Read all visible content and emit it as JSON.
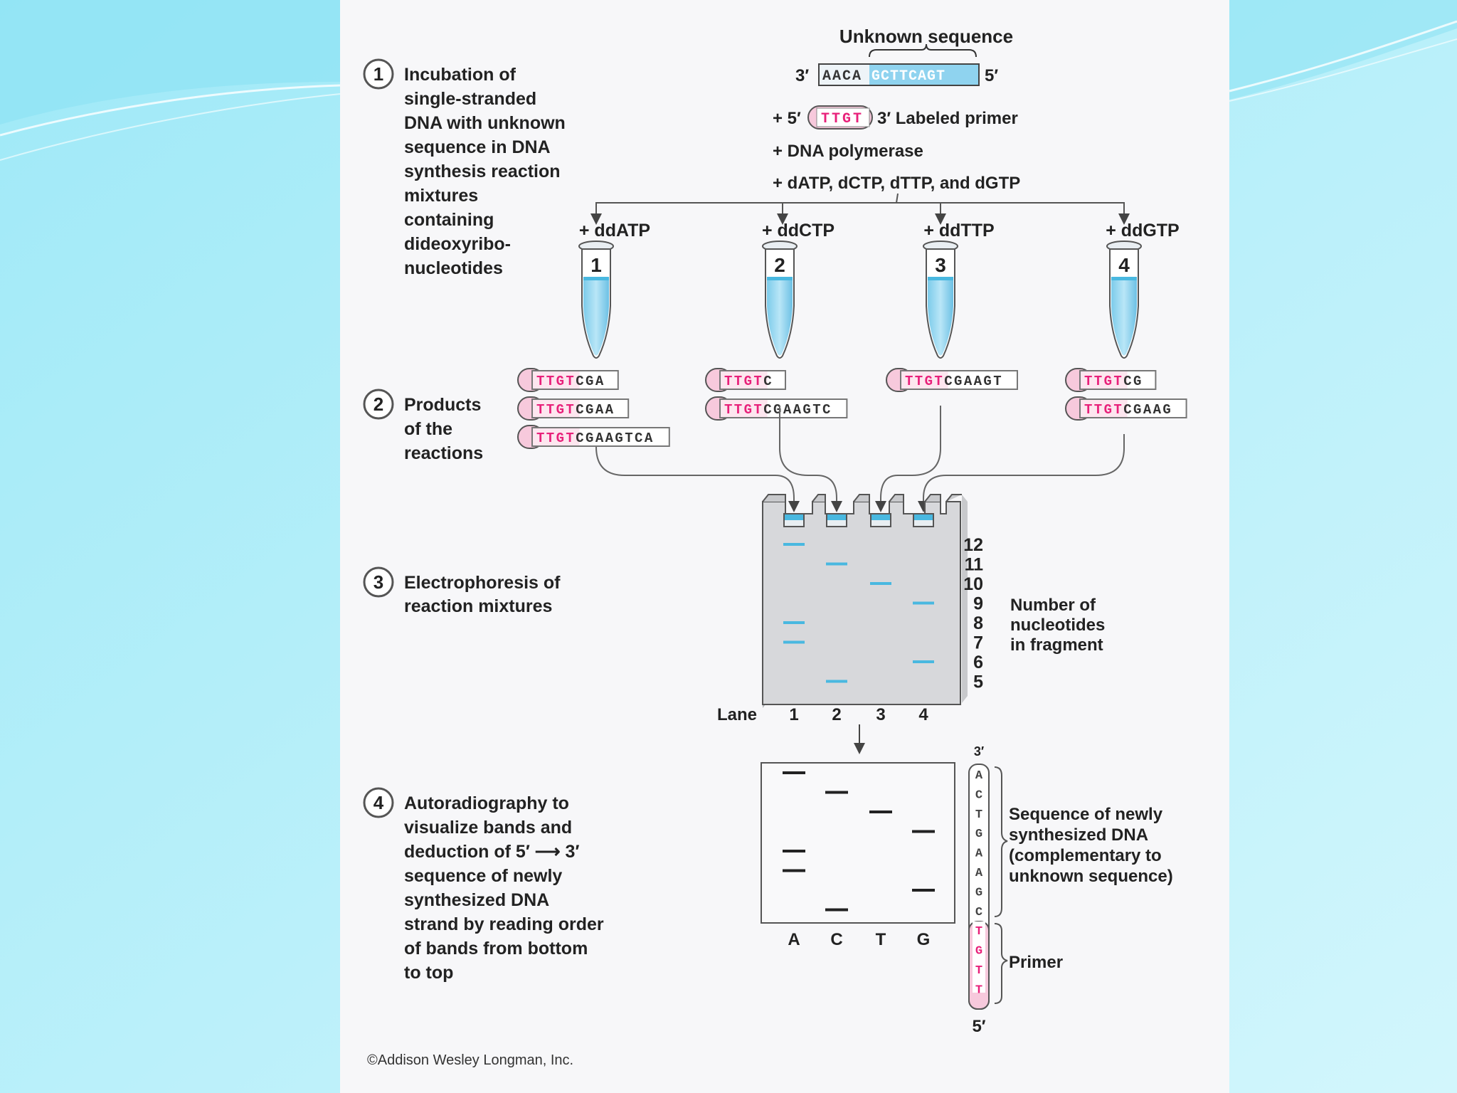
{
  "colors": {
    "background_left": "#bff0fb",
    "background_right": "#c8f3fc",
    "panel": "#f7f7f9",
    "pink": "#e8207a",
    "pink_fill": "#f7c9dc",
    "blue": "#49b8e0",
    "gel": "#d7d8db"
  },
  "header": {
    "unknown_sequence_label": "Unknown sequence",
    "template_3prime": "3′",
    "template_5prime": "5′",
    "template_known": "AACA",
    "template_unknown": "GCTTCAGT",
    "primer_prefix": "+ 5′",
    "primer_seq": "TTGT",
    "primer_suffix": "3′  Labeled primer",
    "polymerase": "+ DNA polymerase",
    "dntps": "+ dATP, dCTP, dTTP, and dGTP"
  },
  "steps": [
    {
      "number": "1",
      "lines": [
        "Incubation of",
        "single-stranded",
        "DNA with unknown",
        "sequence in DNA",
        "synthesis reaction",
        "mixtures",
        "containing",
        "dideoxyribo-",
        "nucleotides"
      ]
    },
    {
      "number": "2",
      "lines": [
        "Products",
        "of the",
        "reactions"
      ]
    },
    {
      "number": "3",
      "lines": [
        "Electrophoresis of",
        "reaction mixtures"
      ]
    },
    {
      "number": "4",
      "lines": [
        "Autoradiography to",
        "visualize bands and",
        "deduction of 5′ ⟶ 3′",
        "sequence of newly",
        "synthesized DNA",
        "strand by reading order",
        "of bands from bottom",
        "to top"
      ]
    }
  ],
  "tubes": [
    {
      "label": "+ ddATP",
      "number": "1"
    },
    {
      "label": "+ ddCTP",
      "number": "2"
    },
    {
      "label": "+ ddTTP",
      "number": "3"
    },
    {
      "label": "+ ddGTP",
      "number": "4"
    }
  ],
  "products": [
    {
      "primer": "TTGT",
      "tail": "CGA"
    },
    {
      "primer": "TTGT",
      "tail": "CGAA"
    },
    {
      "primer": "TTGT",
      "tail": "CGAAGTCA"
    },
    {
      "primer": "TTGT",
      "tail": "C"
    },
    {
      "primer": "TTGT",
      "tail": "CGAAGTC"
    },
    {
      "primer": "TTGT",
      "tail": "CGAAGT"
    },
    {
      "primer": "TTGT",
      "tail": "CG"
    },
    {
      "primer": "TTGT",
      "tail": "CGAAG"
    }
  ],
  "gel": {
    "lane_word": "Lane",
    "lanes": [
      "1",
      "2",
      "3",
      "4"
    ],
    "sizes": [
      "12",
      "11",
      "10",
      "9",
      "8",
      "7",
      "6",
      "5"
    ],
    "size_caption": [
      "Number of",
      "nucleotides",
      "in fragment"
    ],
    "bands": [
      {
        "lane": 1,
        "size": 12
      },
      {
        "lane": 1,
        "size": 8
      },
      {
        "lane": 1,
        "size": 7
      },
      {
        "lane": 2,
        "size": 11
      },
      {
        "lane": 2,
        "size": 5
      },
      {
        "lane": 3,
        "size": 10
      },
      {
        "lane": 4,
        "size": 9
      },
      {
        "lane": 4,
        "size": 6
      }
    ]
  },
  "autorad": {
    "lane_letters": [
      "A",
      "C",
      "T",
      "G"
    ],
    "readout_3prime": "3′",
    "readout_5prime": "5′",
    "synthesized": [
      "A",
      "C",
      "T",
      "G",
      "A",
      "A",
      "G",
      "C"
    ],
    "primer": [
      "T",
      "G",
      "T",
      "T"
    ],
    "sequence_caption": [
      "Sequence of newly",
      "synthesized DNA",
      "(complementary to",
      "unknown sequence)"
    ],
    "primer_caption": "Primer"
  },
  "copyright": "©Addison Wesley Longman, Inc."
}
